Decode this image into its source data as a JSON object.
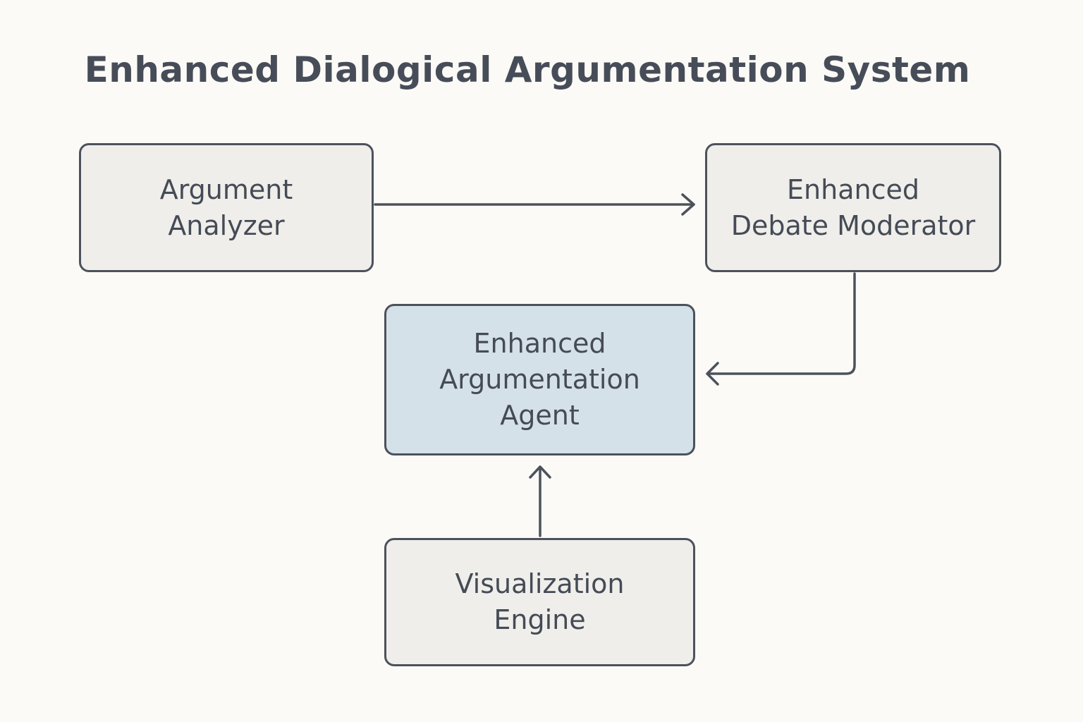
{
  "title": "Enhanced Dialogical Argumentation System",
  "nodes": {
    "argument_analyzer": {
      "lines": [
        "Argument",
        "Analyzer"
      ]
    },
    "debate_moderator": {
      "lines": [
        "Enhanced",
        "Debate Moderator"
      ]
    },
    "argumentation_agent": {
      "lines": [
        "Enhanced",
        "Argumentation",
        "Agent"
      ]
    },
    "visualization_engine": {
      "lines": [
        "Visualization",
        "Engine"
      ]
    }
  },
  "edges": [
    {
      "from": "Argument Analyzer",
      "to": "Enhanced Debate Moderator"
    },
    {
      "from": "Enhanced Debate Moderator",
      "to": "Enhanced Argumentation Agent"
    },
    {
      "from": "Visualization Engine",
      "to": "Enhanced Argumentation Agent"
    }
  ],
  "colors": {
    "background": "#fbfaf6",
    "node_fill": "#efeeea",
    "highlight_fill": "#d5e1e8",
    "stroke": "#4c525c",
    "text": "#454b56"
  }
}
